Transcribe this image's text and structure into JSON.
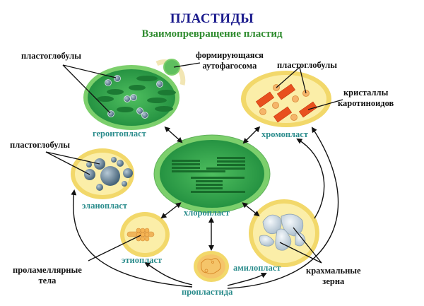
{
  "title": "ПЛАСТИДЫ",
  "subtitle": "Взаимопревращение пластид",
  "plastids": {
    "gerontoplast": "геронтопласт",
    "chromoplast": "хромопласт",
    "elaioplast": "элаиопласт",
    "chloroplast": "хлоропласт",
    "etioplast": "этиопласт",
    "amyloplast": "амилопласт",
    "proplastid": "пропластида"
  },
  "annotations": {
    "plastoglobules_gerontoplast": "пластоглобулы",
    "autophagosome_line1": "формирующаяся",
    "autophagosome_line2": "аутофагосома",
    "plastoglobules_chromoplast": "пластоглобулы",
    "carotenoid_crystals_line1": "кристаллы",
    "carotenoid_crystals_line2": "каротиноидов",
    "plastoglobules_elaioplast": "пластоглобулы",
    "prolamellar_line1": "проламеллярные",
    "prolamellar_line2": "тела",
    "starch_line1": "крахмальные",
    "starch_line2": "зерна"
  },
  "colors": {
    "title": "#1a1a8c",
    "subtitle": "#2e8b2e",
    "plastid_label": "#2a8c8c",
    "green_dark": "#1f8a3a",
    "green_light": "#7ccf6c",
    "yellow": "#f7e58a",
    "orange_crystal": "#e8501e",
    "globule": "#5f7d92"
  }
}
